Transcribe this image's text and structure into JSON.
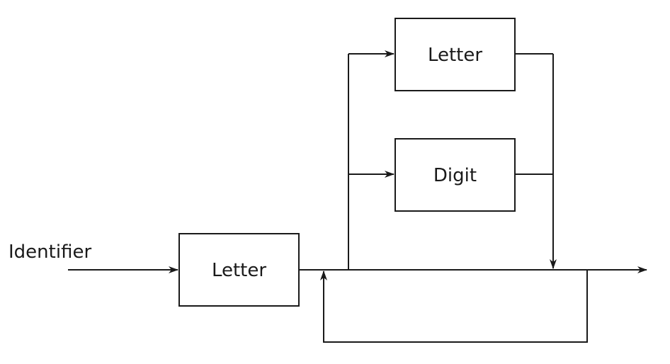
{
  "diagram": {
    "entry_label": "Identifier",
    "nodes": {
      "first_letter": "Letter",
      "loop_letter": "Letter",
      "loop_digit": "Digit"
    }
  }
}
